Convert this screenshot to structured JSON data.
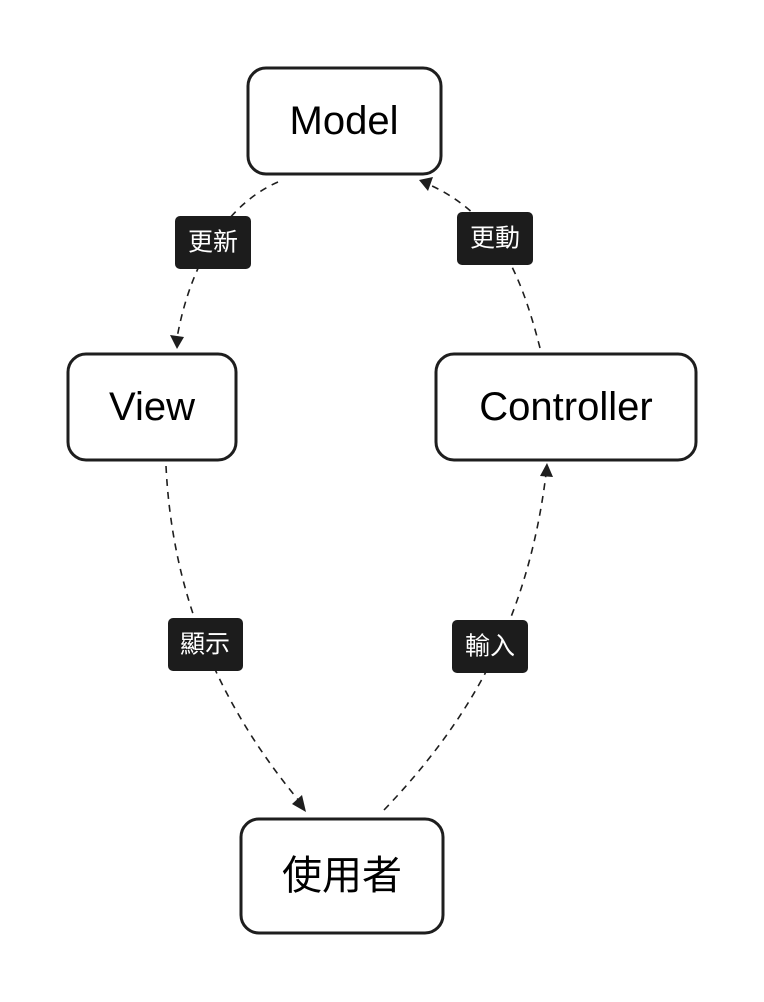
{
  "nodes": {
    "model": {
      "label": "Model"
    },
    "view": {
      "label": "View"
    },
    "controller": {
      "label": "Controller"
    },
    "user": {
      "label": "使用者"
    }
  },
  "edges": {
    "model_to_view": {
      "label": "更新"
    },
    "controller_to_model": {
      "label": "更動"
    },
    "view_to_user": {
      "label": "顯示"
    },
    "user_to_controller": {
      "label": "輸入"
    }
  },
  "colors": {
    "node_stroke": "#1e1e1e",
    "node_fill": "#ffffff",
    "edge_stroke": "#1e1e1e",
    "edge_label_fill": "#1c1c1c",
    "edge_label_text": "#ffffff"
  }
}
